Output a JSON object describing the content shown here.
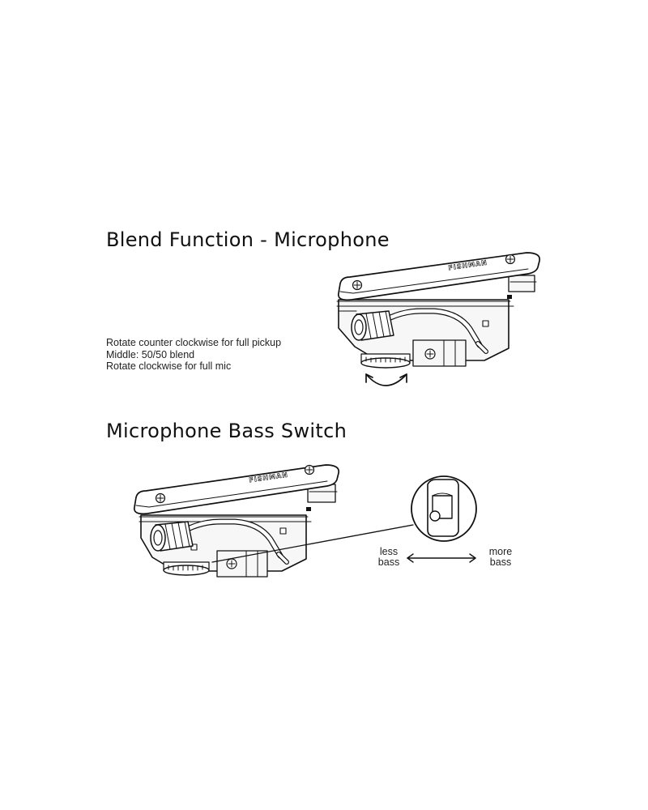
{
  "sections": {
    "blend": {
      "title": "Blend Function - Microphone",
      "instructions": [
        "Rotate counter clockwise for full pickup",
        "Middle: 50/50 blend",
        "Rotate clockwise for full mic"
      ]
    },
    "bass": {
      "title": "Microphone Bass Switch",
      "less_label_line1": "less",
      "less_label_line2": "bass",
      "more_label_line1": "more",
      "more_label_line2": "bass"
    }
  },
  "brand_mark": "FISHMAN",
  "icons": [
    "pickup-device-illustration",
    "rotation-arrow-icon",
    "switch-closeup-icon",
    "double-arrow-icon"
  ],
  "colors": {
    "ink": "#111111",
    "background": "#ffffff",
    "device_fill": "#f7f7f7"
  }
}
